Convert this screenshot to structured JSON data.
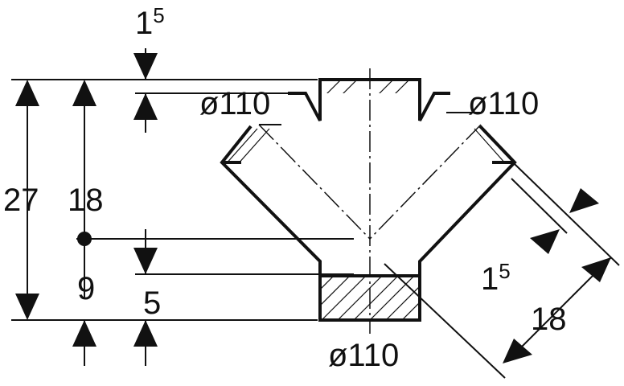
{
  "diagram": {
    "dimensions": {
      "top_thickness_main": "1",
      "top_thickness_sup": "5",
      "total_height": "27",
      "branch_height": "18",
      "lower_height": "9",
      "socket_depth": "5",
      "diag_thickness_main": "1",
      "diag_thickness_sup": "5",
      "diag_length": "18"
    },
    "diameters": {
      "left_branch": "ø110",
      "right_branch": "ø110",
      "bottom_outlet": "ø110"
    }
  }
}
